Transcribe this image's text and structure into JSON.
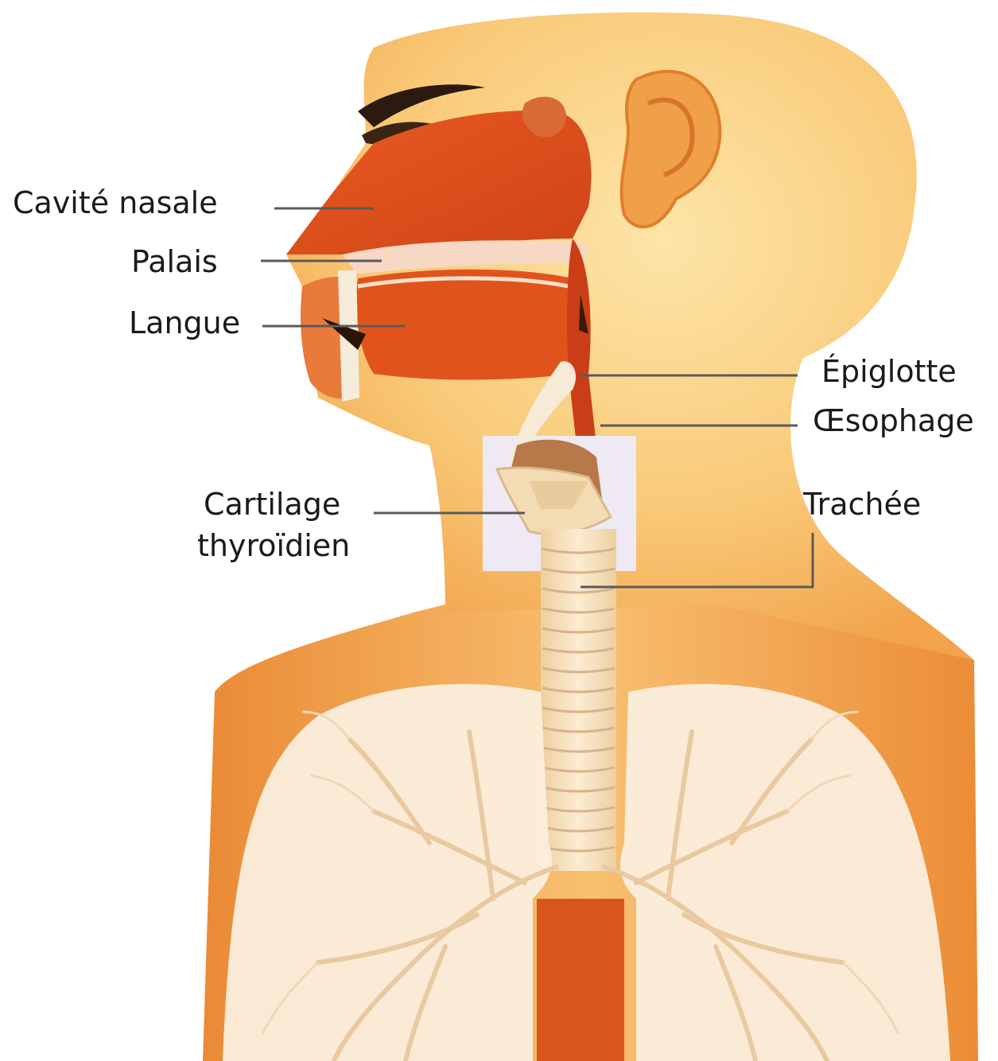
{
  "labels": {
    "cavite_nasale": "Cavité nasale",
    "palais": "Palais",
    "langue": "Langue",
    "epiglotte": "Épiglotte",
    "oesophage": "Œsophage",
    "cartilage_l1": "Cartilage",
    "cartilage_l2": "thyroïdien",
    "trachee": "Trachée"
  },
  "colors": {
    "skin": "#f6b35a",
    "skin_light": "#fbdd9a",
    "tissue_red": "#dc4a1f",
    "tissue_orange": "#e8661f",
    "mouth_dark": "#a8300f",
    "cartilage": "#f7e0bb",
    "lung": "#fbeedd",
    "leader": "#5a5a5a",
    "highlight_box": "#eee9f2"
  }
}
